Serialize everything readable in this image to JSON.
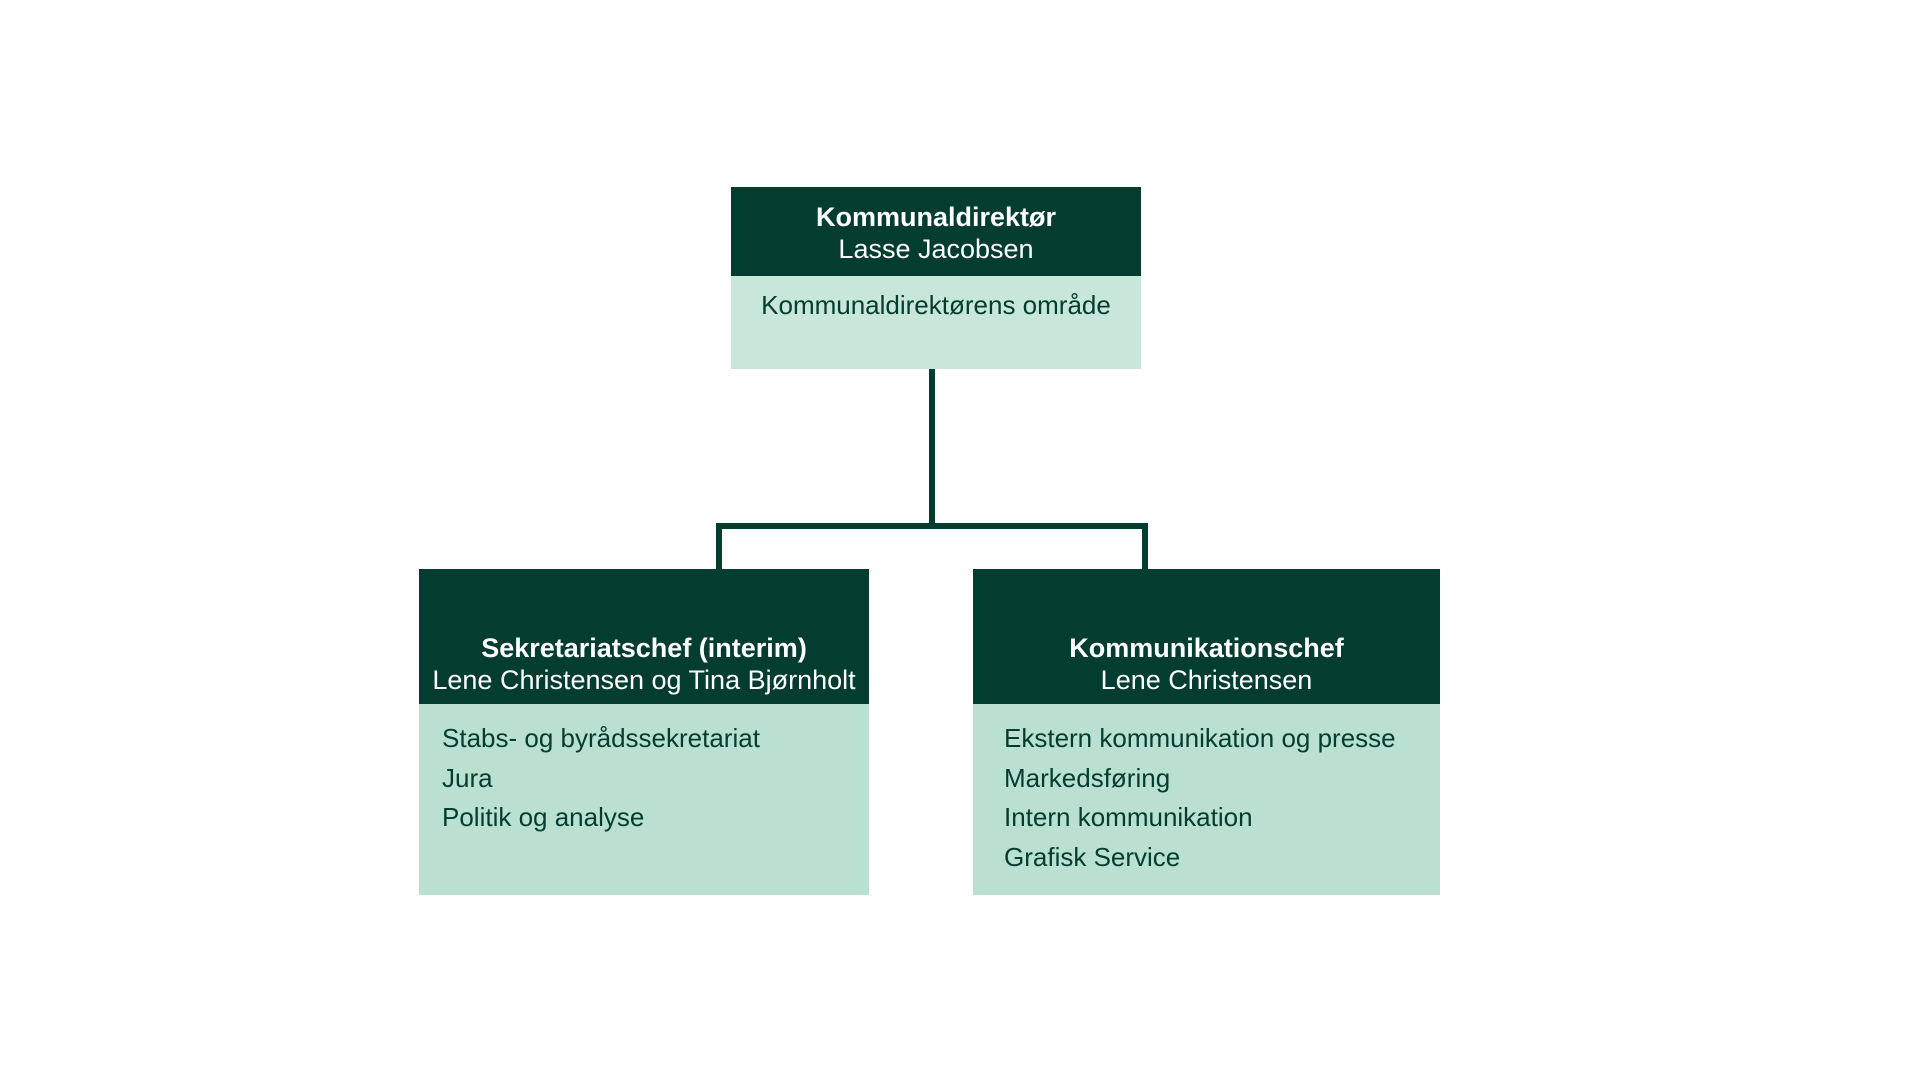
{
  "top": {
    "title": "Kommunaldirektør",
    "name": "Lasse Jacobsen",
    "area": "Kommunaldirektørens område"
  },
  "left": {
    "title": "Sekretariatschef (interim)",
    "name": "Lene Christensen og Tina Bjørnholt",
    "items": [
      "Stabs- og byrådssekretariat",
      "Jura",
      "Politik og analyse"
    ]
  },
  "right": {
    "title": "Kommunikationschef",
    "name": "Lene Christensen",
    "items": [
      "Ekstern kommunikation og presse",
      "Markedsføring",
      "Intern kommunikation",
      "Grafisk Service"
    ]
  },
  "colors": {
    "dark": "#023d30",
    "light_top": "#c8e6da",
    "light_bottom": "#b9e0d1"
  }
}
